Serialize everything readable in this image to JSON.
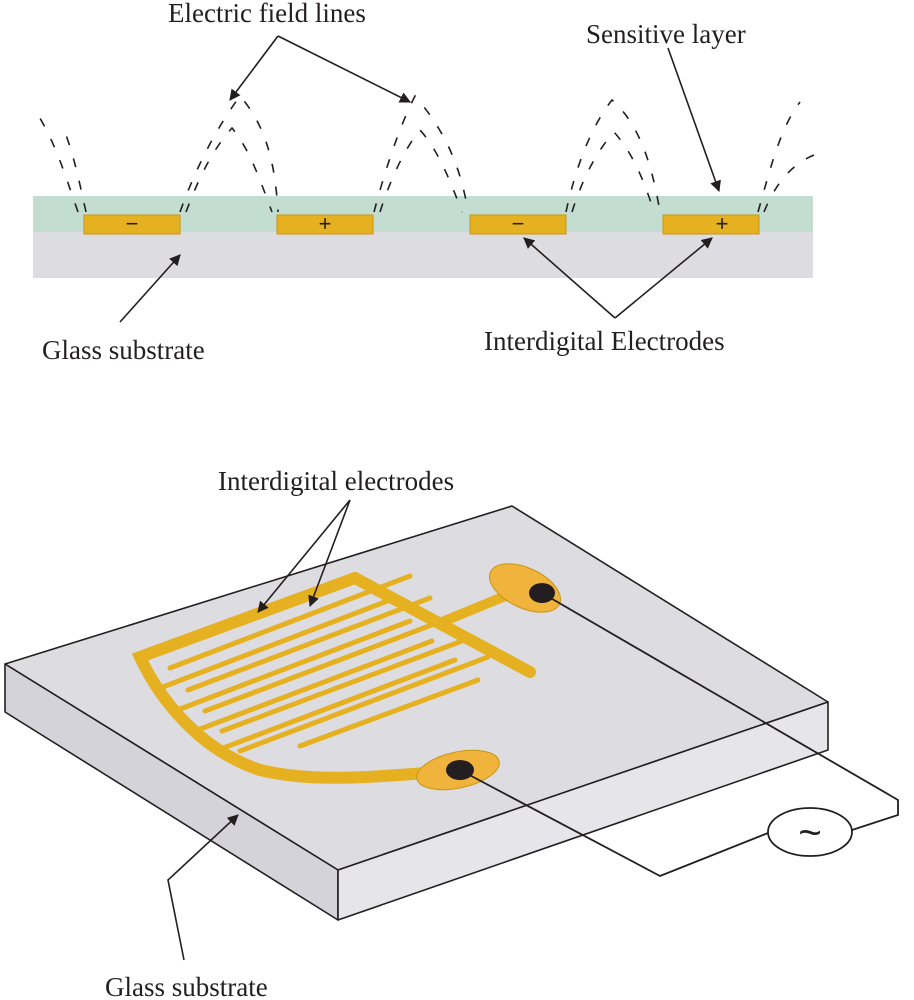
{
  "top_diagram": {
    "labels": {
      "field_lines": "Electric field lines",
      "sensitive_layer": "Sensitive layer",
      "glass_substrate": "Glass substrate",
      "electrodes": "Interdigital Electrodes"
    },
    "electrode_signs": [
      "−",
      "+",
      "−",
      "+"
    ]
  },
  "bottom_diagram": {
    "labels": {
      "electrodes": "Interdigital electrodes",
      "glass_substrate": "Glass substrate"
    },
    "source_symbol": "~"
  },
  "colors": {
    "sensitive_layer": "#c3ddd1",
    "substrate": "#dddce1",
    "electrode": "#e6b120",
    "pad": "#f0b33c",
    "contact": "#231f20",
    "line": "#231f20"
  }
}
